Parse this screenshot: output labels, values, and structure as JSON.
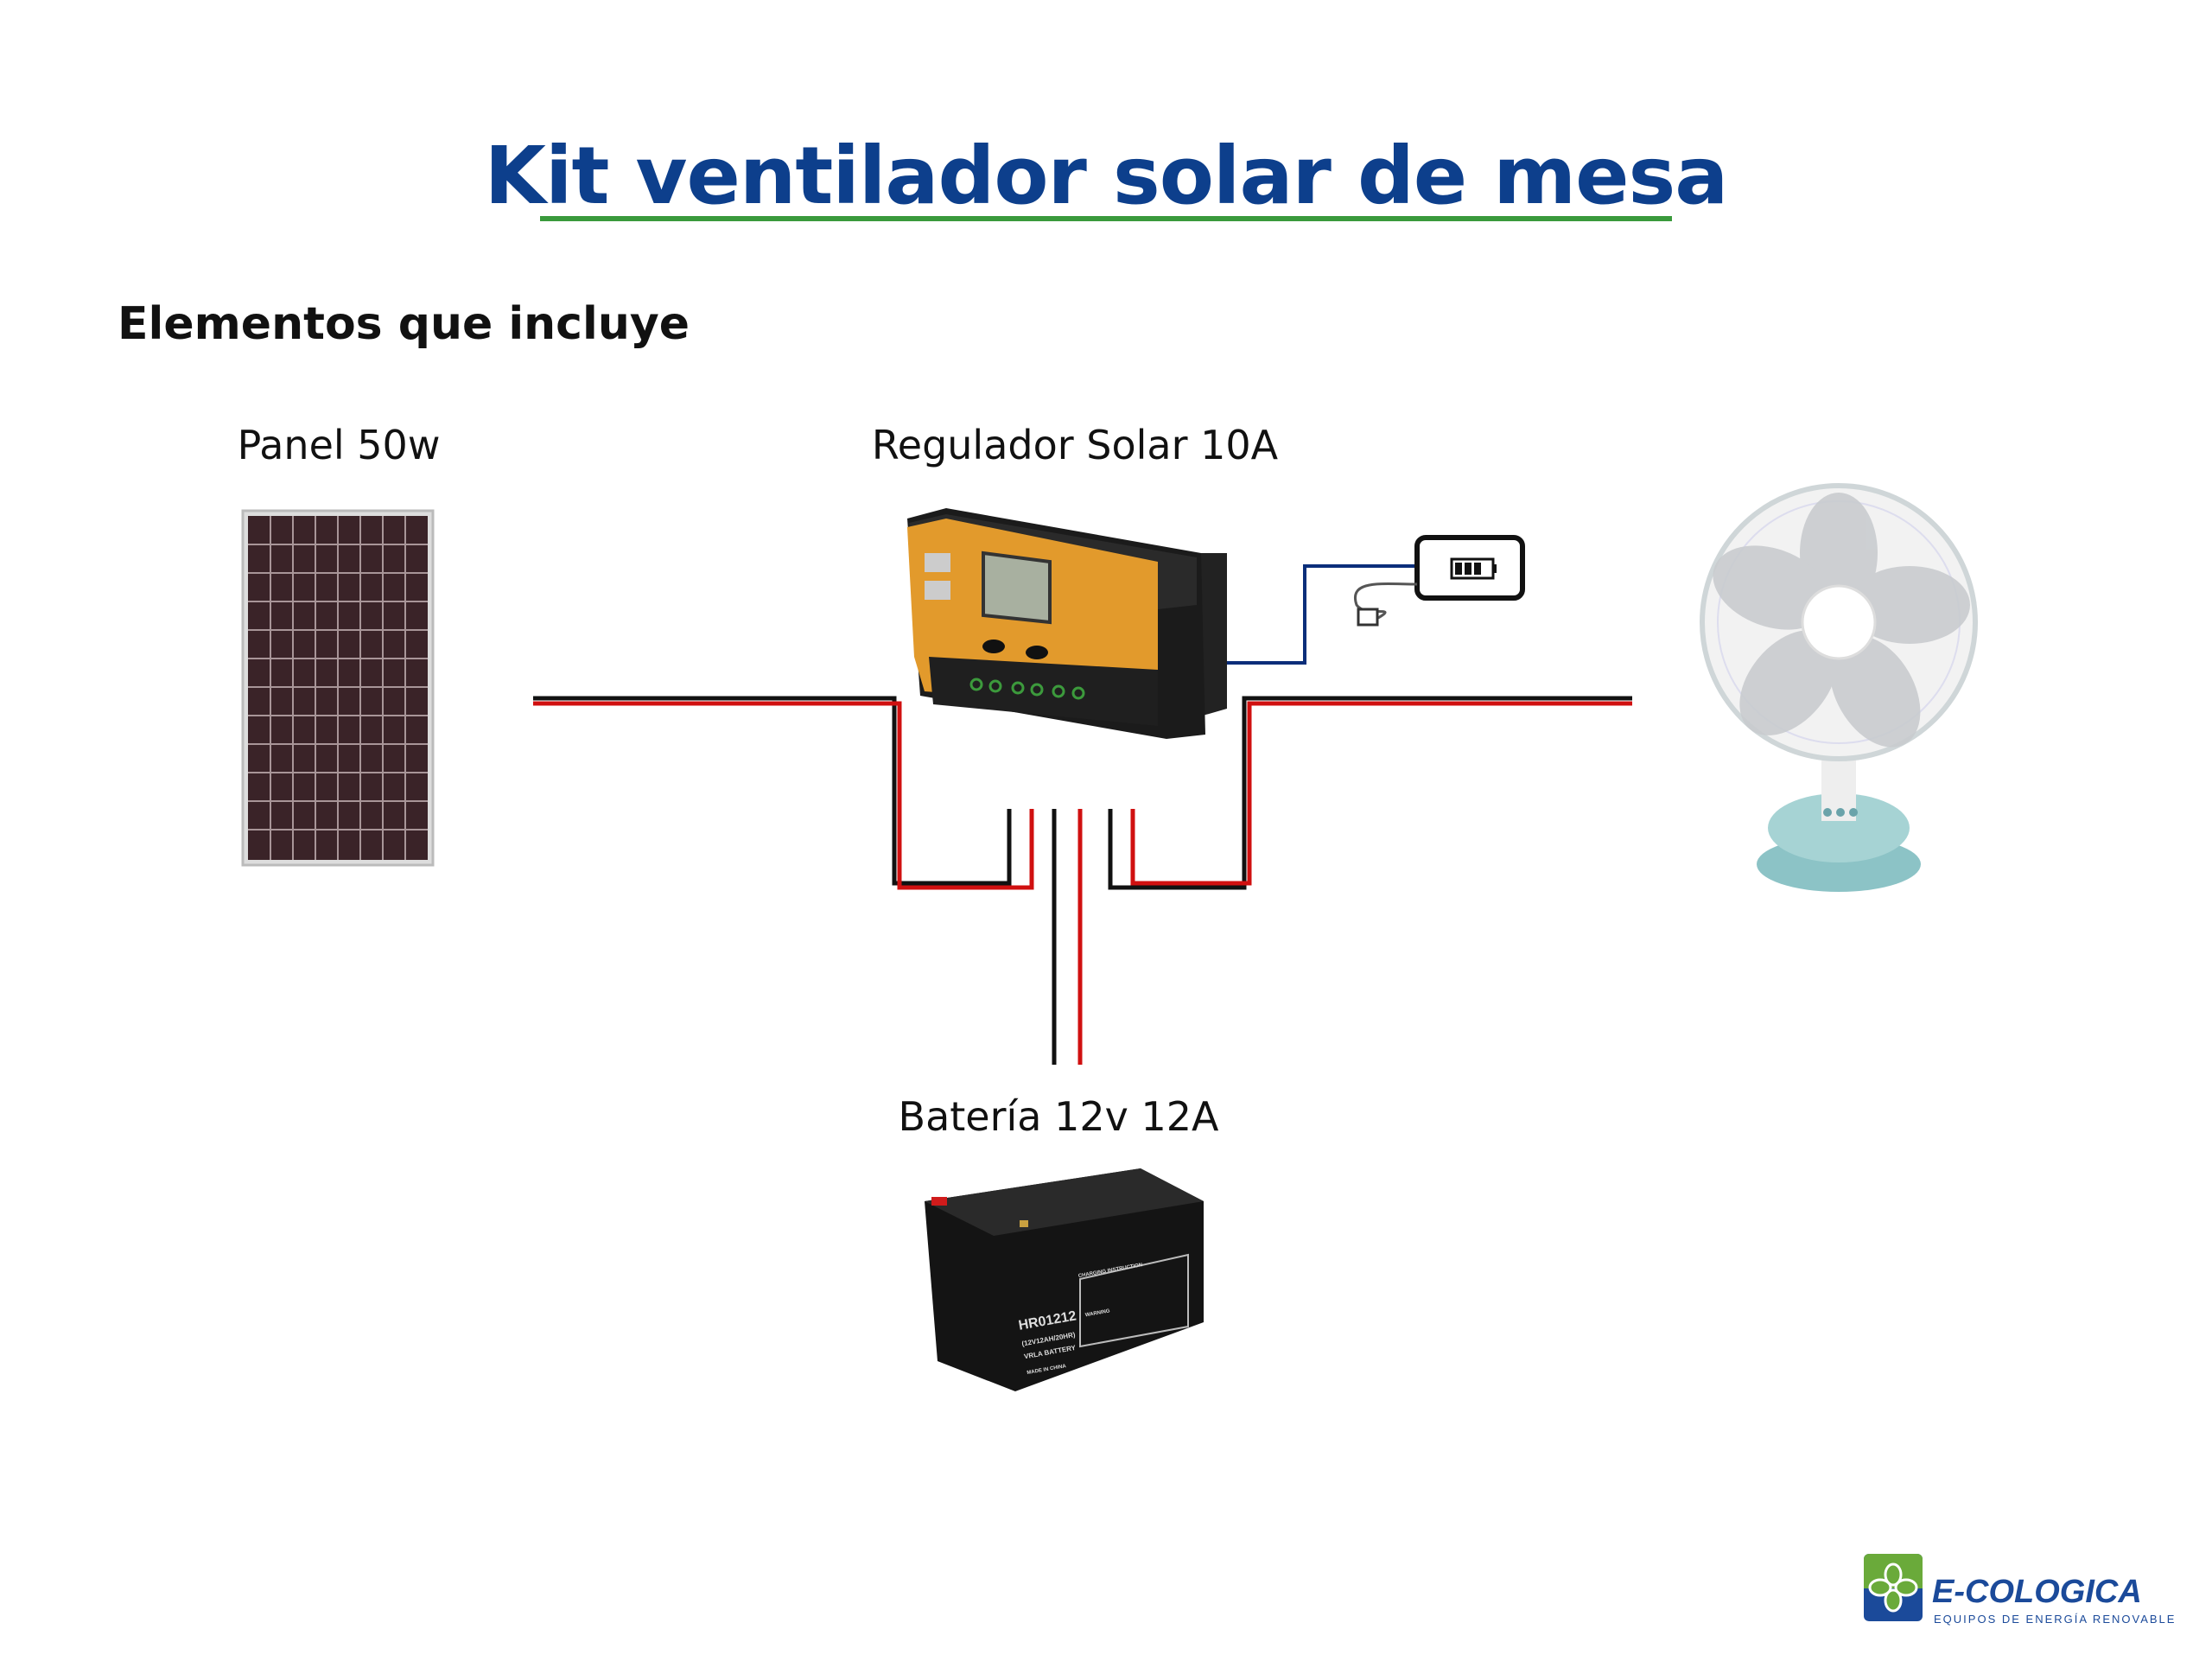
{
  "title": "Kit ventilador solar de mesa",
  "subtitle": "Elementos que incluye",
  "components": {
    "panel": {
      "label": "Panel 50w"
    },
    "regulator": {
      "label": "Regulador Solar 10A"
    },
    "battery": {
      "label": "Batería 12v 12A",
      "model": "HR01212",
      "spec": "(12V12AH/20HR)",
      "type": "VRLA BATTERY",
      "origin": "MADE IN CHINA",
      "table_title": "CHARGING INSTRUCTION",
      "warning": "WARNING"
    },
    "fan": {},
    "phone": {}
  },
  "logo": {
    "name": "E-COLOGICA",
    "tagline": "EQUIPOS DE ENERGÍA RENOVABLE"
  },
  "colors": {
    "title": "#0d3f8c",
    "underline": "#3a9a3c",
    "wire_red": "#d01010",
    "wire_black": "#111111",
    "wire_blue": "#0b2e7a"
  }
}
